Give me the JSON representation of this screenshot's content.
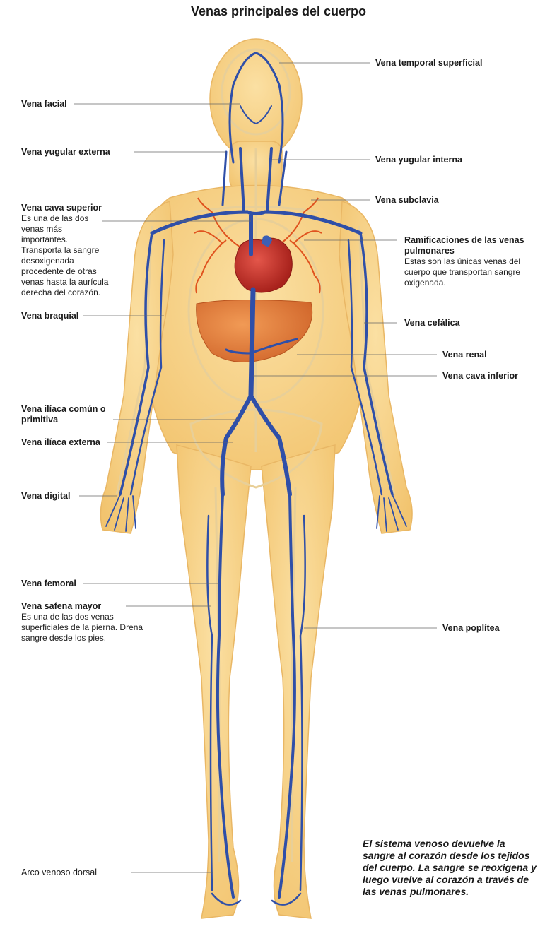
{
  "title": "Venas principales del cuerpo",
  "labels": {
    "temporal": "Vena temporal superficial",
    "facial": "Vena facial",
    "yugular_externa": "Vena yugular externa",
    "yugular_interna": "Vena yugular interna",
    "subclavia": "Vena subclavia",
    "cava_superior": "Vena cava superior",
    "cava_superior_desc": "Es una de las dos venas más importantes. Transporta la sangre desoxigenada procedente de otras venas hasta la aurícula derecha del corazón.",
    "pulmonares": "Ramificaciones de las venas pulmonares",
    "pulmonares_desc": "Estas son las únicas venas del cuerpo que transportan sangre oxigenada.",
    "braquial": "Vena braquial",
    "cefalica": "Vena cefálica",
    "renal": "Vena renal",
    "cava_inferior": "Vena cava inferior",
    "iliaca_comun": "Vena ilíaca común o primitiva",
    "iliaca_externa": "Vena ilíaca externa",
    "digital": "Vena digital",
    "femoral": "Vena femoral",
    "safena": "Vena safena mayor",
    "safena_desc": "Es una de las dos venas superficiales de la pierna. Drena sangre desde los pies.",
    "poplitea": "Vena poplítea",
    "arco": "Arco venoso dorsal"
  },
  "footer": "El sistema venoso devuelve la sangre al corazón desde los tejidos del cuerpo. La sangre se reoxigena y luego vuelve al corazón a través de las venas pulmonares.",
  "colors": {
    "skin": "#f7d48a",
    "skin_edge": "#e9b765",
    "bone": "#f3dfb0",
    "vein": "#2f4fa8",
    "vein_light": "#5a77c9",
    "heart": "#c8322a",
    "lung_vessel": "#e0531f",
    "liver": "#e07a3a",
    "line": "#555555"
  }
}
